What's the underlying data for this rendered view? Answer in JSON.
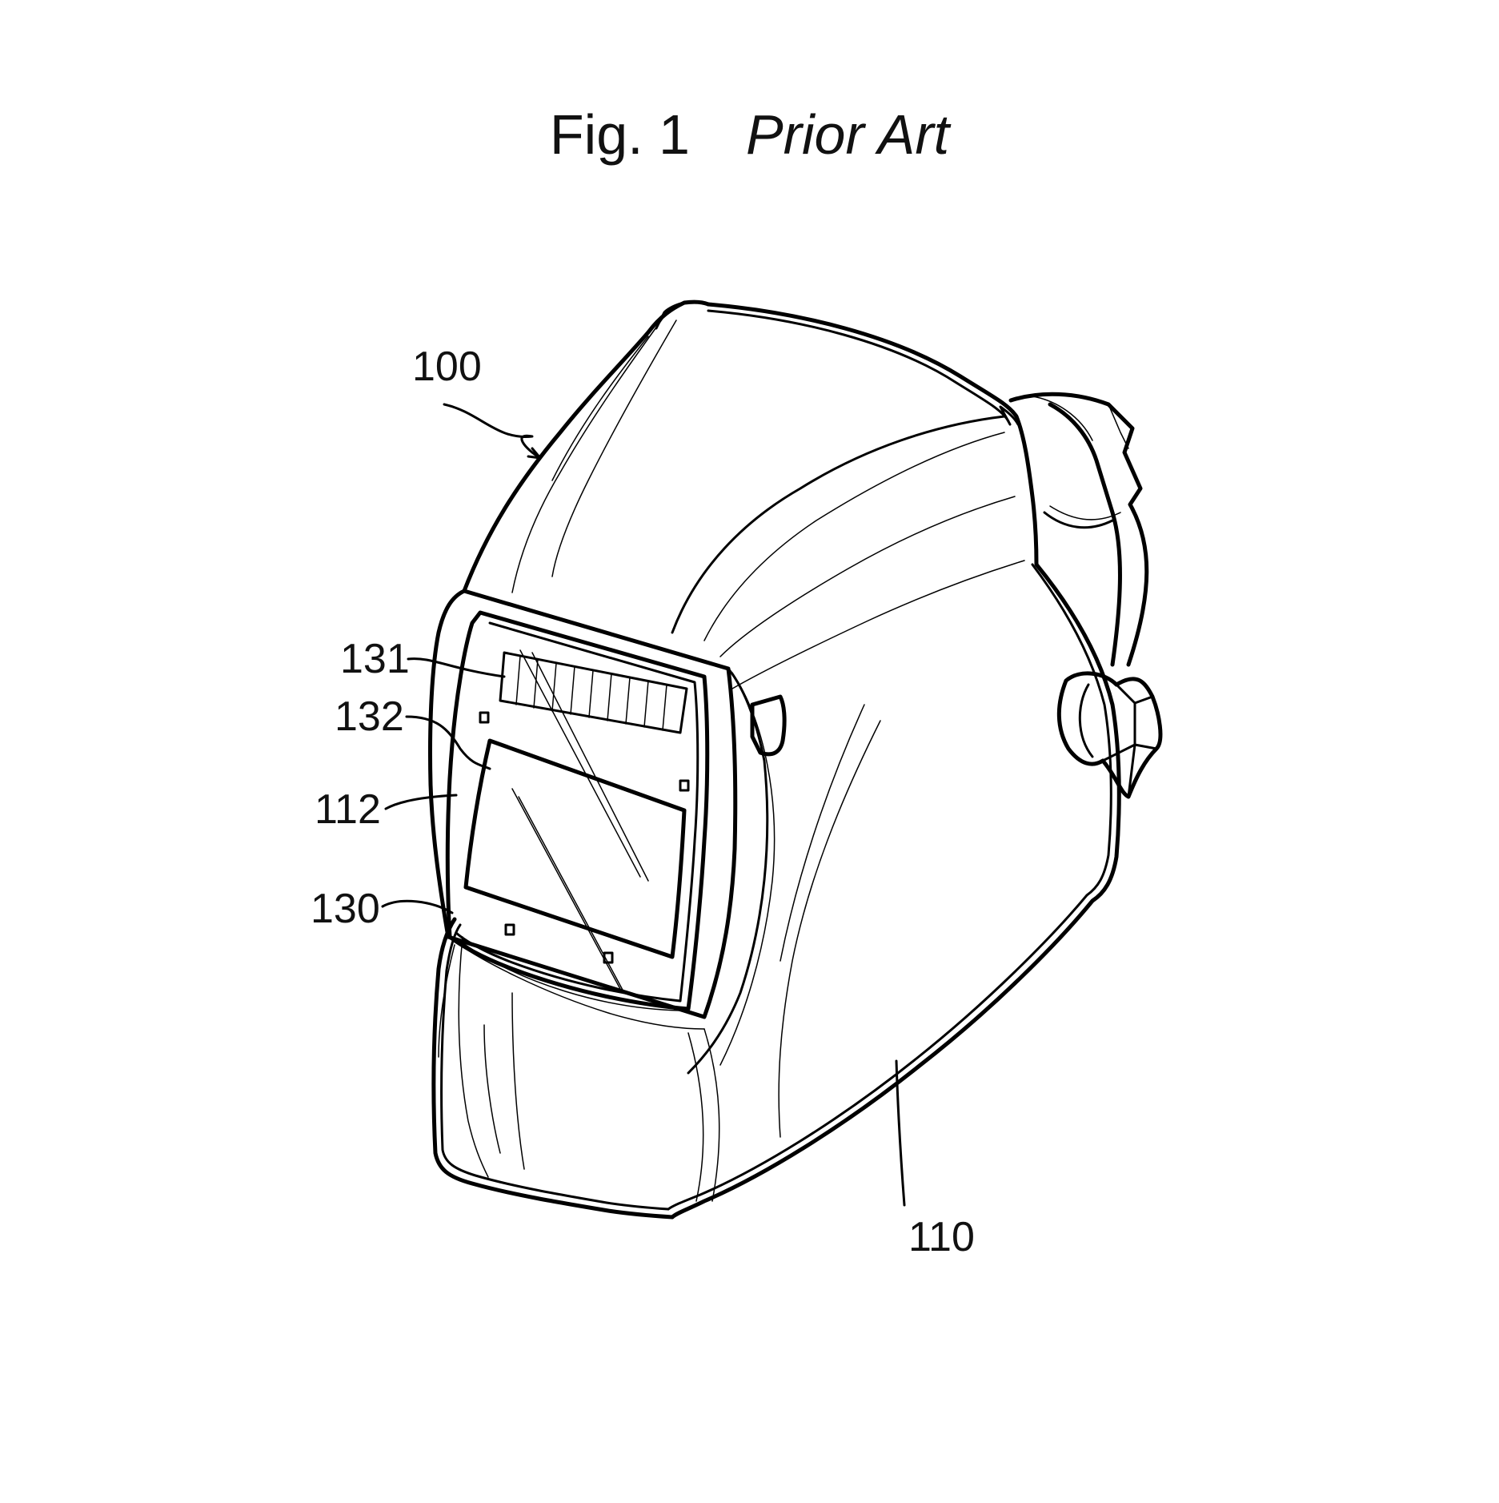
{
  "figure": {
    "title": "Fig. 1",
    "subtitle": "Prior Art"
  },
  "reference_labels": {
    "helmet": "100",
    "sensor": "131",
    "filter_window": "132",
    "front_frame": "112",
    "cartridge": "130",
    "shell": "110"
  }
}
